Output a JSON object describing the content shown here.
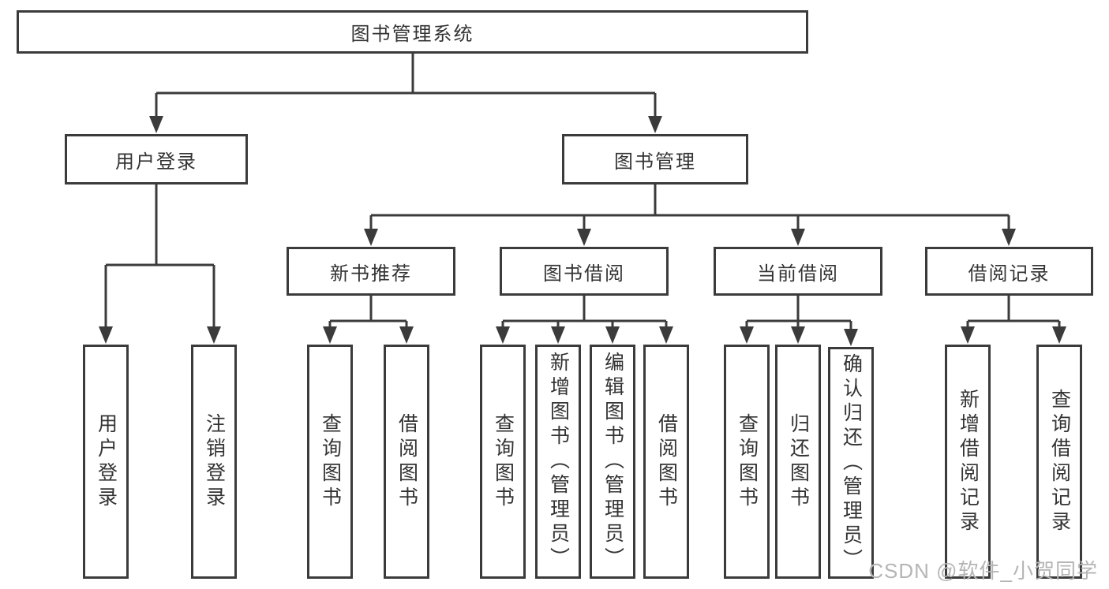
{
  "diagram": {
    "root": "图书管理系统",
    "level2": [
      "用户登录",
      "图书管理"
    ],
    "level3": [
      "新书推荐",
      "图书借阅",
      "当前借阅",
      "借阅记录"
    ],
    "login_children": [
      "用户登录",
      "注销登录"
    ],
    "recommend_children": [
      "查询图书",
      "借阅图书"
    ],
    "borrow_children": [
      "查询图书",
      "新增图书（管理员）",
      "编辑图书（管理员）",
      "借阅图书"
    ],
    "current_children": [
      "查询图书",
      "归还图书",
      "确认归还（管理员）"
    ],
    "record_children": [
      "新增借阅记录",
      "查询借阅记录"
    ]
  },
  "watermark": "CSDN @软件_小贺同学",
  "colors": {
    "line": "#3b3b3b",
    "text": "#333333",
    "watermark": "#b5b5b5",
    "background": "#ffffff"
  }
}
